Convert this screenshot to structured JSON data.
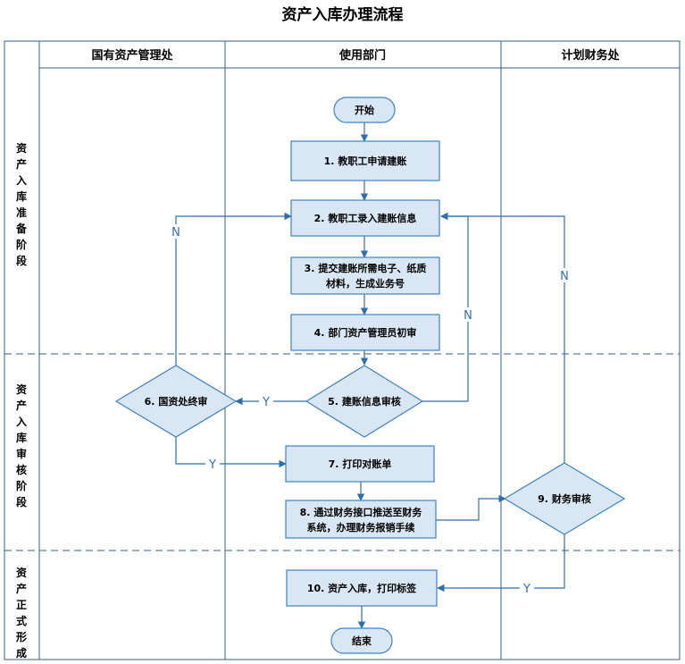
{
  "title": "资产入库办理流程",
  "lanes": [
    "国有资产管理处",
    "使用部门",
    "计划财务处"
  ],
  "stages": [
    "资产入库准备阶段",
    "资产入库审核阶段",
    "资产正式形成"
  ],
  "nodes": {
    "start": "开始",
    "n1": "1. 教职工申请建账",
    "n2": "2. 教职工录入建账信息",
    "n3": [
      "3. 提交建账所需电子、纸质",
      "材料，生成业务号"
    ],
    "n4": "4. 部门资产管理员初审",
    "n5": "5. 建账信息审核",
    "n6": "6. 国资处终审",
    "n7": "7. 打印对账单",
    "n8": [
      "8. 通过财务接口推送至财务",
      "系统，办理财务报销手续"
    ],
    "n9": "9. 财务审核",
    "n10": "10. 资产入库，打印标签",
    "end": "结束"
  },
  "edge_labels": {
    "n6_no": "N",
    "n5_no": "N",
    "n9_no": "N",
    "n5_yes": "Y",
    "n6_yes": "Y",
    "n9_yes": "Y"
  },
  "colors": {
    "node_fill": "#d9e7f4",
    "node_stroke": "#3f82c0",
    "connector": "#2f6fa8",
    "grid": "#3a5d86"
  }
}
